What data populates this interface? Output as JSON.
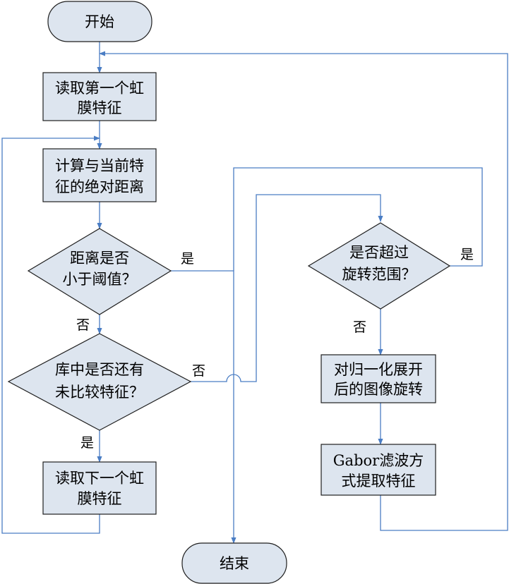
{
  "nodes": {
    "start": "开始",
    "read_first": [
      "读取第一个虹",
      "膜特征"
    ],
    "compute": [
      "计算与当前特",
      "征的绝对距离"
    ],
    "dist_check": [
      "距离是否",
      "小于阈值？"
    ],
    "more_check": [
      "库中是否还有",
      "未比较特征？"
    ],
    "read_next": [
      "读取下一个虹",
      "膜特征"
    ],
    "range_check": [
      "是否超过",
      "旋转范围？"
    ],
    "rotate": [
      "对归一化展开",
      "后的图像旋转"
    ],
    "gabor": [
      "Gabor滤波方",
      "式提取特征"
    ],
    "end": "结束"
  },
  "edges": {
    "dist_yes": "是",
    "dist_no": "否",
    "more_no": "否",
    "more_yes": "是",
    "range_yes": "是",
    "range_no": "否"
  },
  "colors": {
    "node_fill": "#dde5ef",
    "edge": "#4a7dc4"
  }
}
